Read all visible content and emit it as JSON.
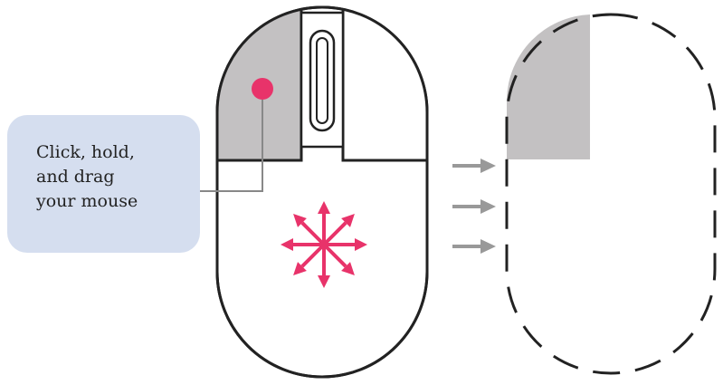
{
  "callout": {
    "lines": [
      "Click, hold,",
      "and drag",
      "your mouse"
    ]
  },
  "colors": {
    "accent": "#e8336a",
    "button_fill": "#c3c1c2",
    "outline": "#222222",
    "arrow": "#999999",
    "callout_bg": "#d5deef"
  },
  "icons": {
    "mouse": "mouse-icon",
    "move": "move-arrows-icon",
    "direction": "arrow-right-icon",
    "ghost": "mouse-ghost-outline-icon"
  }
}
